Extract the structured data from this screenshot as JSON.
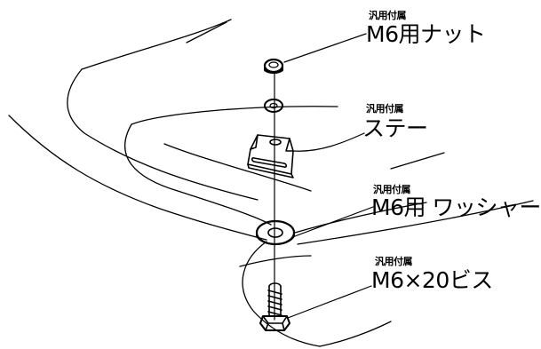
{
  "labels": {
    "nut": {
      "tag": "汎用付属",
      "name": "M6用ナット"
    },
    "stay": {
      "tag": "汎用付属",
      "name": "ステー"
    },
    "washer": {
      "tag": "汎用付属",
      "name": "M6用 ワッシャー"
    },
    "screw": {
      "tag": "汎用付属",
      "name": "M6×20ビス"
    }
  }
}
